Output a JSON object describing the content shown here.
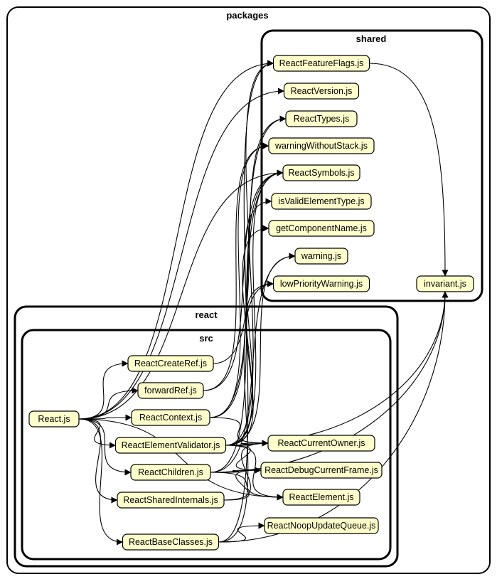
{
  "clusters": {
    "packages": "packages",
    "shared": "shared",
    "react": "react",
    "src": "src"
  },
  "nodes": {
    "react_js": "React.js",
    "react_create_ref": "ReactCreateRef.js",
    "forward_ref": "forwardRef.js",
    "react_context": "ReactContext.js",
    "react_element_validator": "ReactElementValidator.js",
    "react_children": "ReactChildren.js",
    "react_shared_internals": "ReactSharedInternals.js",
    "react_base_classes": "ReactBaseClasses.js",
    "react_current_owner": "ReactCurrentOwner.js",
    "react_debug_current_frame": "ReactDebugCurrentFrame.js",
    "react_element": "ReactElement.js",
    "react_noop_update_queue": "ReactNoopUpdateQueue.js",
    "react_feature_flags": "ReactFeatureFlags.js",
    "react_version": "ReactVersion.js",
    "react_types": "ReactTypes.js",
    "warning_without_stack": "warningWithoutStack.js",
    "react_symbols": "ReactSymbols.js",
    "is_valid_element_type": "isValidElementType.js",
    "get_component_name": "getComponentName.js",
    "warning": "warning.js",
    "low_priority_warning": "lowPriorityWarning.js",
    "invariant": "invariant.js"
  },
  "edges": [
    [
      "react_js",
      "react_create_ref"
    ],
    [
      "react_js",
      "forward_ref"
    ],
    [
      "react_js",
      "react_context"
    ],
    [
      "react_js",
      "react_element_validator"
    ],
    [
      "react_js",
      "react_children"
    ],
    [
      "react_js",
      "react_shared_internals"
    ],
    [
      "react_js",
      "react_base_classes"
    ],
    [
      "react_js",
      "react_element"
    ],
    [
      "react_js",
      "react_feature_flags"
    ],
    [
      "react_js",
      "react_version"
    ],
    [
      "react_js",
      "react_symbols"
    ],
    [
      "react_create_ref",
      "react_types"
    ],
    [
      "forward_ref",
      "react_symbols"
    ],
    [
      "forward_ref",
      "warning_without_stack"
    ],
    [
      "react_context",
      "react_symbols"
    ],
    [
      "react_context",
      "react_types"
    ],
    [
      "react_context",
      "warning_without_stack"
    ],
    [
      "react_element_validator",
      "react_current_owner"
    ],
    [
      "react_element_validator",
      "react_debug_current_frame"
    ],
    [
      "react_element_validator",
      "react_element"
    ],
    [
      "react_element_validator",
      "react_feature_flags"
    ],
    [
      "react_element_validator",
      "react_symbols"
    ],
    [
      "react_element_validator",
      "is_valid_element_type"
    ],
    [
      "react_element_validator",
      "get_component_name"
    ],
    [
      "react_element_validator",
      "warning"
    ],
    [
      "react_element_validator",
      "low_priority_warning"
    ],
    [
      "react_children",
      "react_element"
    ],
    [
      "react_children",
      "react_symbols"
    ],
    [
      "react_children",
      "warning"
    ],
    [
      "react_children",
      "invariant"
    ],
    [
      "react_shared_internals",
      "react_current_owner"
    ],
    [
      "react_shared_internals",
      "react_debug_current_frame"
    ],
    [
      "react_base_classes",
      "react_noop_update_queue"
    ],
    [
      "react_base_classes",
      "low_priority_warning"
    ],
    [
      "react_base_classes",
      "invariant"
    ],
    [
      "react_base_classes",
      "react_feature_flags"
    ],
    [
      "react_feature_flags",
      "invariant"
    ],
    [
      "react_context",
      "react_current_owner"
    ],
    [
      "react_children",
      "react_debug_current_frame"
    ],
    [
      "react_element_validator",
      "invariant"
    ]
  ]
}
